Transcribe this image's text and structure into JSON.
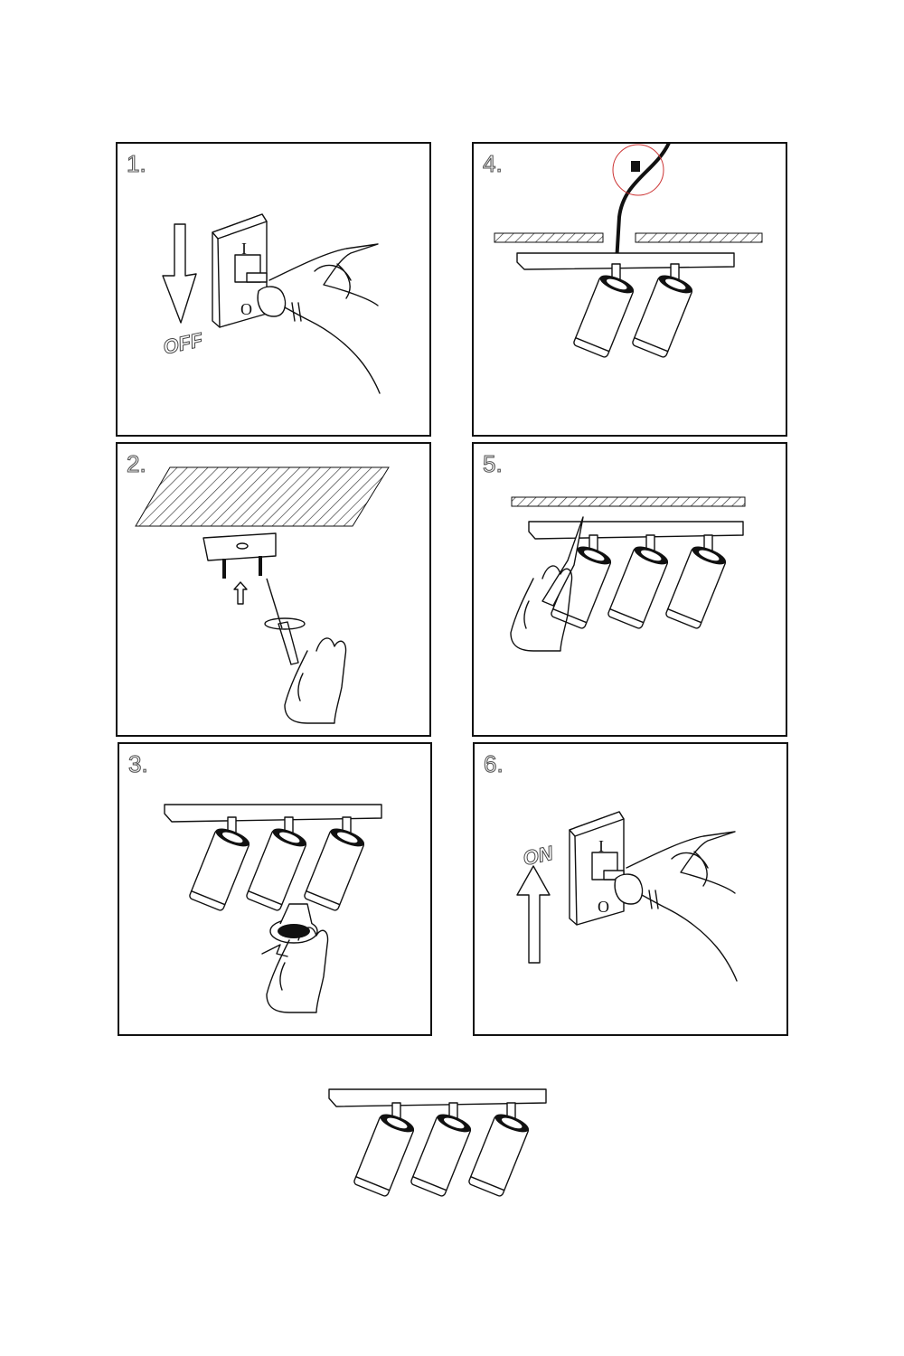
{
  "steps": [
    {
      "number": "1.",
      "action": "switch-off",
      "label": "OFF"
    },
    {
      "number": "2.",
      "action": "mount-bracket"
    },
    {
      "number": "3.",
      "action": "insert-bulb"
    },
    {
      "number": "4.",
      "action": "connect-wires"
    },
    {
      "number": "5.",
      "action": "fix-base-screws"
    },
    {
      "number": "6.",
      "action": "switch-on",
      "label": "ON"
    }
  ],
  "switch": {
    "on_mark": "I",
    "off_mark": "O"
  }
}
